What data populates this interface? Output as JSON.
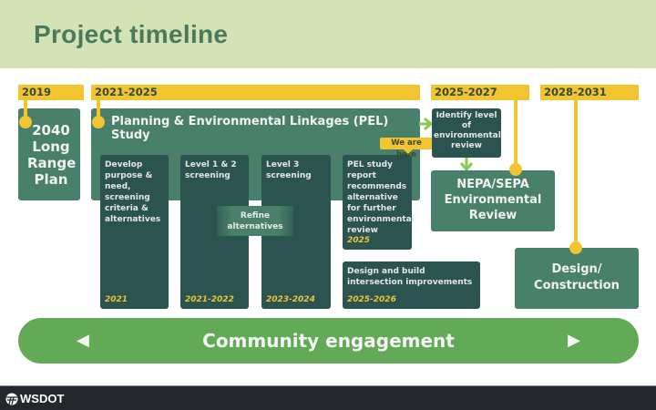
{
  "header": {
    "title": "Project timeline"
  },
  "years": [
    {
      "label": "2019"
    },
    {
      "label": "2021-2025"
    },
    {
      "label": "2025-2027"
    },
    {
      "label": "2028-2031"
    }
  ],
  "phases": {
    "long_range_plan": "2040 Long Range Plan",
    "pel_study": "Planning & Environmental Linkages (PEL) Study",
    "identify": "Identify level of environmental review",
    "nepa": "NEPA/SEPA Environmental Review",
    "design": "Design/ Construction"
  },
  "steps": [
    {
      "text": "Develop purpose & need, screening criteria & alternatives",
      "year": "2021"
    },
    {
      "text": "Level 1 & 2 screening",
      "year": "2021-2022"
    },
    {
      "text": "Level 3 screening",
      "year": "2023-2024"
    },
    {
      "text": "PEL study report recommends alternative for further environmental review",
      "year": "2025"
    },
    {
      "text": "Design and build intersection improvements",
      "year": "2025-2026"
    }
  ],
  "refine": "Refine alternatives",
  "we_are_here": "We are here",
  "community": {
    "label": "Community engagement",
    "left_icon": "triangle-left-icon",
    "right_icon": "triangle-right-icon"
  },
  "footer": {
    "logo_text": "WSDOT"
  },
  "colors": {
    "header_bg": "#d4e3b6",
    "title": "#4a7a5a",
    "year_bar": "#f2c42f",
    "mid_green": "#48806a",
    "dark_green": "#2b5450",
    "light_green": "#62aa56",
    "arrow_green": "#8cc850"
  }
}
